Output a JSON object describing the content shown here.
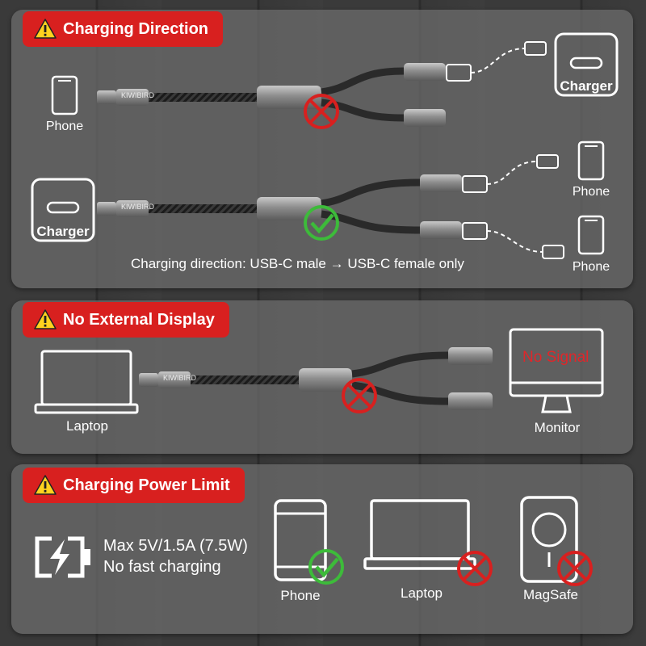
{
  "sections": [
    {
      "title": "Charging Direction"
    },
    {
      "title": "No External Display"
    },
    {
      "title": "Charging Power Limit"
    }
  ],
  "cable_brand": "KIWIBIRD",
  "charging": {
    "phone_label": "Phone",
    "charger_label": "Charger",
    "direction_note": "Charging direction: USB-C male → USB-C female only"
  },
  "display": {
    "laptop_label": "Laptop",
    "monitor_label": "Monitor",
    "no_signal": "No Signal"
  },
  "power": {
    "spec_line1": "Max 5V/1.5A (7.5W)",
    "spec_line2": "No fast charging",
    "devices": [
      {
        "label": "Phone",
        "status": "ok"
      },
      {
        "label": "Laptop",
        "status": "no"
      },
      {
        "label": "MagSafe",
        "status": "no"
      }
    ]
  },
  "colors": {
    "badge": "#d8201f",
    "check": "#3dbb3a",
    "cross": "#d8201f",
    "panel": "#6e6e6e"
  }
}
